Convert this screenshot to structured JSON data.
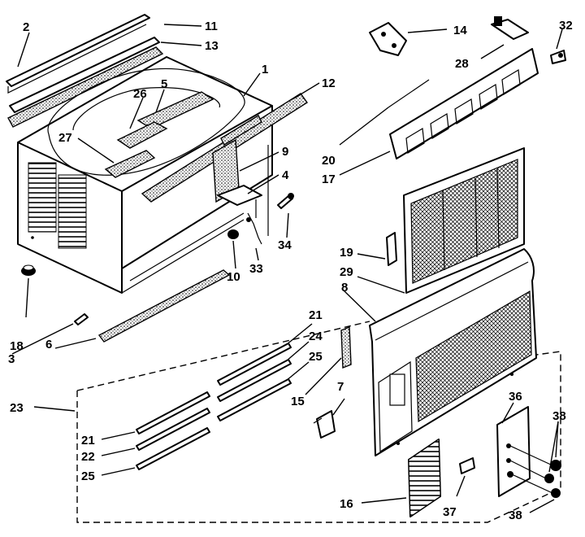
{
  "callouts": [
    {
      "id": "c1",
      "label": "1"
    },
    {
      "id": "c2",
      "label": "2"
    },
    {
      "id": "c3",
      "label": "3"
    },
    {
      "id": "c4",
      "label": "4"
    },
    {
      "id": "c5",
      "label": "5"
    },
    {
      "id": "c6",
      "label": "6"
    },
    {
      "id": "c7",
      "label": "7"
    },
    {
      "id": "c8",
      "label": "8"
    },
    {
      "id": "c9",
      "label": "9"
    },
    {
      "id": "c10",
      "label": "10"
    },
    {
      "id": "c11",
      "label": "11"
    },
    {
      "id": "c12",
      "label": "12"
    },
    {
      "id": "c13",
      "label": "13"
    },
    {
      "id": "c14",
      "label": "14"
    },
    {
      "id": "c15",
      "label": "15"
    },
    {
      "id": "c16",
      "label": "16"
    },
    {
      "id": "c17",
      "label": "17"
    },
    {
      "id": "c18",
      "label": "18"
    },
    {
      "id": "c19",
      "label": "19"
    },
    {
      "id": "c20",
      "label": "20"
    },
    {
      "id": "c21a",
      "label": "21"
    },
    {
      "id": "c21b",
      "label": "21"
    },
    {
      "id": "c22",
      "label": "22"
    },
    {
      "id": "c23",
      "label": "23"
    },
    {
      "id": "c24",
      "label": "24"
    },
    {
      "id": "c25a",
      "label": "25"
    },
    {
      "id": "c25b",
      "label": "25"
    },
    {
      "id": "c26",
      "label": "26"
    },
    {
      "id": "c27",
      "label": "27"
    },
    {
      "id": "c28",
      "label": "28"
    },
    {
      "id": "c29",
      "label": "29"
    },
    {
      "id": "c32",
      "label": "32"
    },
    {
      "id": "c33",
      "label": "33"
    },
    {
      "id": "c34",
      "label": "34"
    },
    {
      "id": "c36",
      "label": "36"
    },
    {
      "id": "c37",
      "label": "37"
    },
    {
      "id": "c38a",
      "label": "38"
    },
    {
      "id": "c38b",
      "label": "38"
    }
  ]
}
